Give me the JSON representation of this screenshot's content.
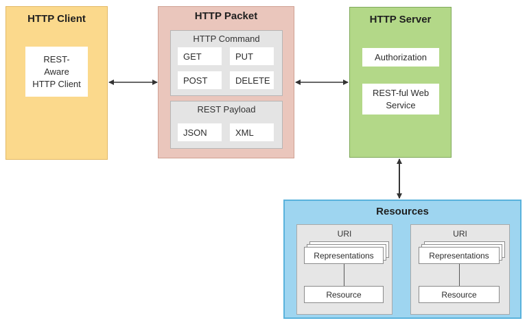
{
  "client": {
    "title": "HTTP Client",
    "box_lines": [
      "REST-",
      "Aware",
      "HTTP Client"
    ]
  },
  "packet": {
    "title": "HTTP Packet",
    "command": {
      "title": "HTTP Command",
      "items": [
        "GET",
        "PUT",
        "POST",
        "DELETE"
      ]
    },
    "payload": {
      "title": "REST Payload",
      "items": [
        "JSON",
        "XML"
      ]
    }
  },
  "server": {
    "title": "HTTP Server",
    "auth": "Authorization",
    "service_lines": [
      "REST-ful Web",
      "Service"
    ]
  },
  "resources": {
    "title": "Resources",
    "groups": [
      {
        "title": "URI",
        "representations": "Representations",
        "resource": "Resource"
      },
      {
        "title": "URI",
        "representations": "Representations",
        "resource": "Resource"
      }
    ]
  },
  "colors": {
    "client": "#fbd98c",
    "packet": "#eac6bc",
    "server": "#b3d888",
    "resources": "#9ed5f0",
    "arrow": "#333333"
  }
}
